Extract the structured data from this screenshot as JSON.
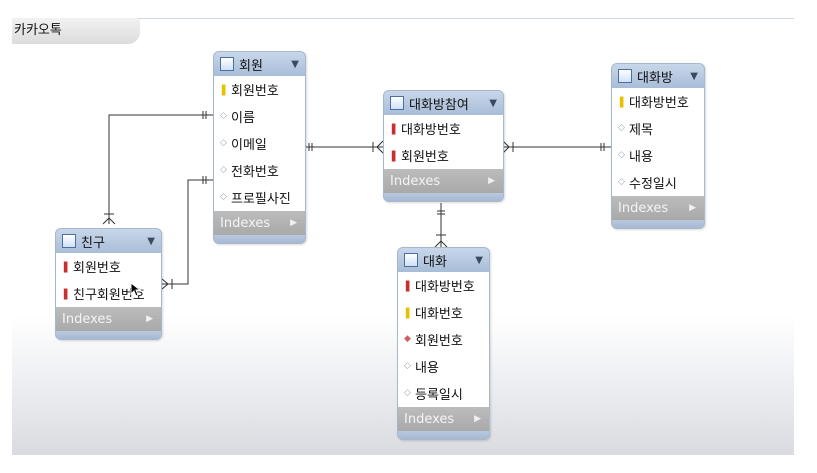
{
  "diagram_tab": {
    "title": "카카오톡"
  },
  "tables": {
    "member": {
      "name": "회원",
      "columns": [
        {
          "name": "회원번호",
          "icon": "pk-icon"
        },
        {
          "name": "이름",
          "icon": "attribute-icon"
        },
        {
          "name": "이메일",
          "icon": "attribute-icon"
        },
        {
          "name": "전화번호",
          "icon": "attribute-icon"
        },
        {
          "name": "프로필사진",
          "icon": "attribute-icon"
        }
      ],
      "indexes_label": "Indexes"
    },
    "friend": {
      "name": "친구",
      "columns": [
        {
          "name": "회원번호",
          "icon": "fk-pk-icon"
        },
        {
          "name": "친구회원번호",
          "icon": "fk-pk-icon"
        }
      ],
      "indexes_label": "Indexes"
    },
    "chatroom_participant": {
      "name": "대화방참여",
      "columns": [
        {
          "name": "대화방번호",
          "icon": "fk-pk-icon"
        },
        {
          "name": "회원번호",
          "icon": "fk-pk-icon"
        }
      ],
      "indexes_label": "Indexes"
    },
    "chatroom": {
      "name": "대화방",
      "columns": [
        {
          "name": "대화방번호",
          "icon": "pk-icon"
        },
        {
          "name": "제목",
          "icon": "attribute-icon"
        },
        {
          "name": "내용",
          "icon": "attribute-icon"
        },
        {
          "name": "수정일시",
          "icon": "attribute-icon"
        }
      ],
      "indexes_label": "Indexes"
    },
    "chat": {
      "name": "대화",
      "columns": [
        {
          "name": "대화방번호",
          "icon": "fk-pk-icon"
        },
        {
          "name": "대화번호",
          "icon": "pk-icon"
        },
        {
          "name": "회원번호",
          "icon": "fk-icon"
        },
        {
          "name": "내용",
          "icon": "attribute-icon"
        },
        {
          "name": "등록일시",
          "icon": "attribute-icon"
        }
      ],
      "indexes_label": "Indexes"
    }
  }
}
